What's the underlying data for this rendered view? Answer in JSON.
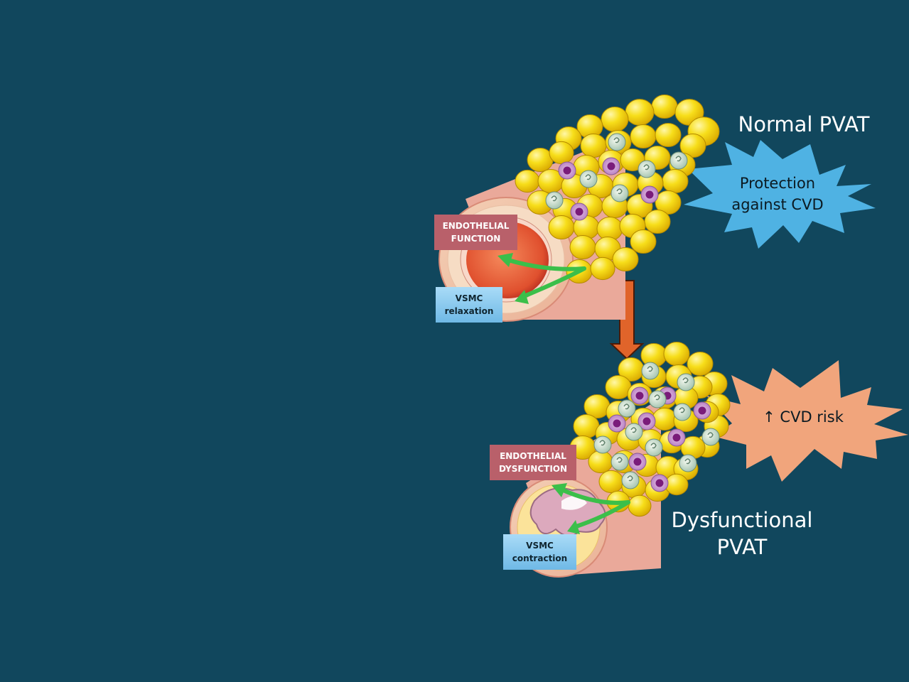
{
  "normal": {
    "title": "Normal PVAT",
    "burst_line1": "Protection",
    "burst_line2": "against CVD",
    "endothelial_line1": "ENDOTHELIAL",
    "endothelial_line2": "FUNCTION",
    "vsmc_line1": "VSMC",
    "vsmc_line2": "relaxation"
  },
  "dysfunctional": {
    "title_line1": "Dysfunctional",
    "title_line2": "PVAT",
    "burst_text": "↑ CVD risk",
    "endothelial_line1": "ENDOTHELIAL",
    "endothelial_line2": "DYSFUNCTION",
    "vsmc_line1": "VSMC",
    "vsmc_line2": "contraction"
  },
  "colors": {
    "background": "#11475d",
    "fat_cell": "#f7dc12",
    "protection_burst": "#4fb2e3",
    "risk_burst": "#f1a57c",
    "transition_arrow": "#e0642a",
    "effect_arrows": "#3bbf4a",
    "endothelial_box": "#b9606a",
    "vsmc_box": "#8ccbef",
    "macrophage": "#a2488f",
    "immune_cell": "#c9dccd"
  }
}
